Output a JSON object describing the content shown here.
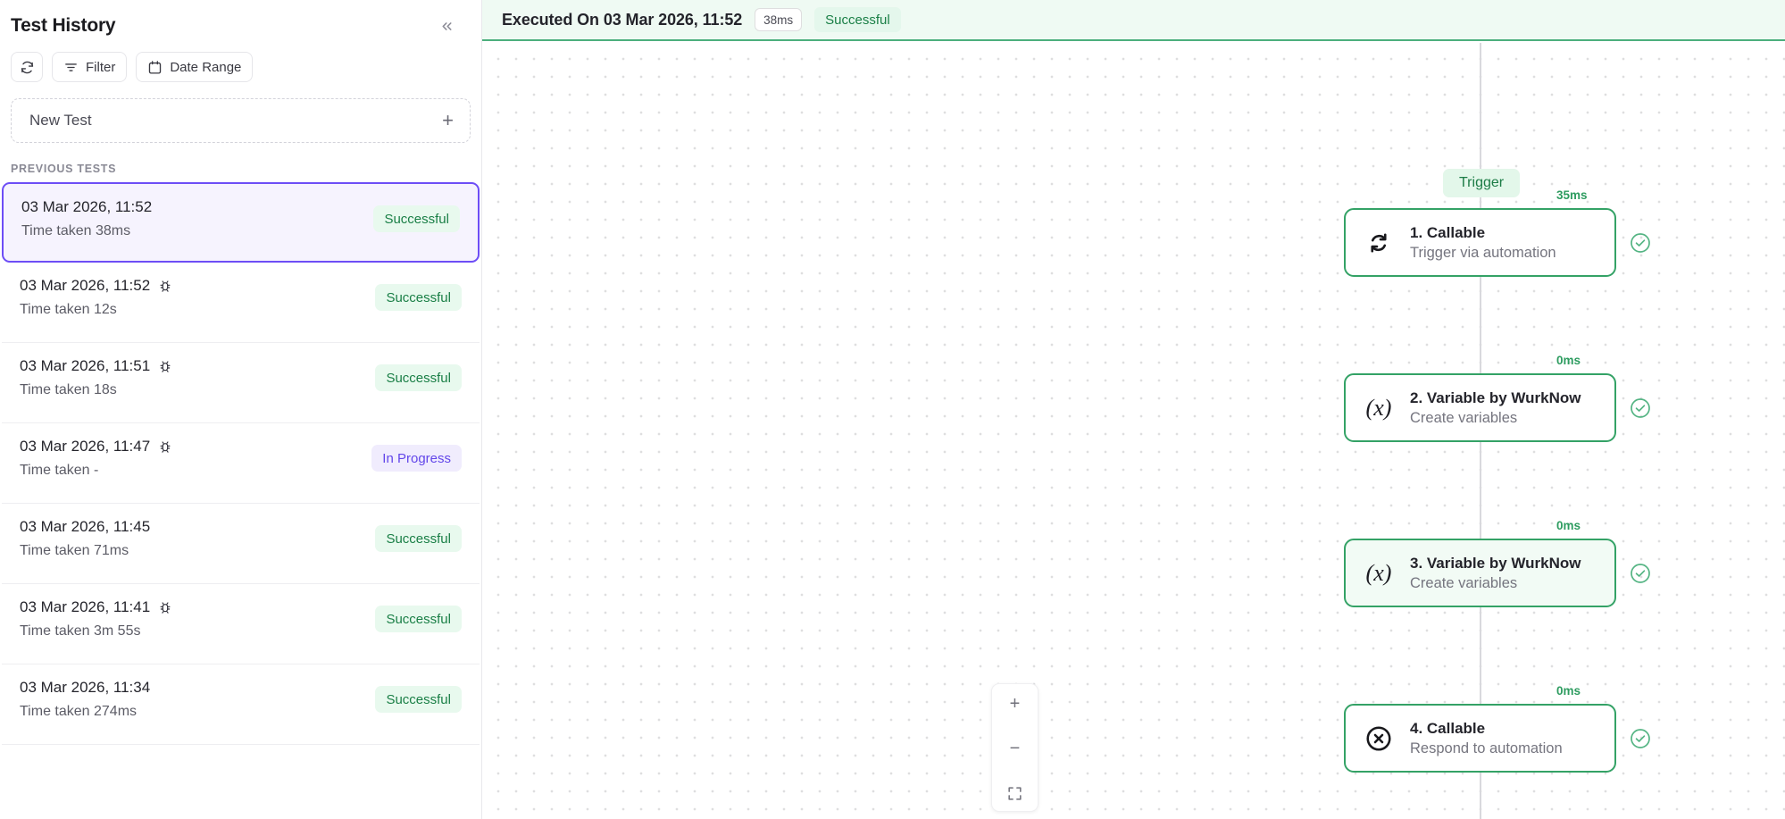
{
  "sidebar": {
    "title": "Test History",
    "collapse_icon": "chevron-double-left-icon",
    "toolbar": {
      "refresh_label": "",
      "refresh_icon": "refresh-icon",
      "filter_label": "Filter",
      "filter_icon": "filter-icon",
      "date_range_label": "Date Range",
      "date_range_icon": "calendar-icon"
    },
    "new_test": {
      "label": "New Test",
      "plus": "+"
    },
    "section_label": "PREVIOUS TESTS",
    "tests": [
      {
        "date": "03 Mar 2026, 11:52",
        "duration": "Time taken 38ms",
        "status": "Successful",
        "status_kind": "success",
        "has_bug": false,
        "selected": true
      },
      {
        "date": "03 Mar 2026, 11:52",
        "duration": "Time taken 12s",
        "status": "Successful",
        "status_kind": "success",
        "has_bug": true,
        "selected": false
      },
      {
        "date": "03 Mar 2026, 11:51",
        "duration": "Time taken 18s",
        "status": "Successful",
        "status_kind": "success",
        "has_bug": true,
        "selected": false
      },
      {
        "date": "03 Mar 2026, 11:47",
        "duration": "Time taken -",
        "status": "In Progress",
        "status_kind": "progress",
        "has_bug": true,
        "selected": false
      },
      {
        "date": "03 Mar 2026, 11:45",
        "duration": "Time taken 71ms",
        "status": "Successful",
        "status_kind": "success",
        "has_bug": false,
        "selected": false
      },
      {
        "date": "03 Mar 2026, 11:41",
        "duration": "Time taken 3m 55s",
        "status": "Successful",
        "status_kind": "success",
        "has_bug": true,
        "selected": false
      },
      {
        "date": "03 Mar 2026, 11:34",
        "duration": "Time taken 274ms",
        "status": "Successful",
        "status_kind": "success",
        "has_bug": false,
        "selected": false
      }
    ]
  },
  "canvas": {
    "header": {
      "title": "Executed On 03 Mar 2026, 11:52",
      "duration_chip": "38ms",
      "status": "Successful"
    },
    "trigger_label": "Trigger",
    "nodes": [
      {
        "title": "1. Callable",
        "subtitle": "Trigger via automation",
        "duration": "35ms",
        "icon": "sync-icon",
        "highlighted": false,
        "check_icon": "check-circle-icon"
      },
      {
        "title": "2. Variable by WurkNow",
        "subtitle": "Create variables",
        "duration": "0ms",
        "icon": "variable-icon",
        "highlighted": false,
        "check_icon": "check-circle-icon"
      },
      {
        "title": "3. Variable by WurkNow",
        "subtitle": "Create variables",
        "duration": "0ms",
        "icon": "variable-icon",
        "highlighted": true,
        "check_icon": "check-circle-icon"
      },
      {
        "title": "4. Callable",
        "subtitle": "Respond to automation",
        "duration": "0ms",
        "icon": "close-circle-icon",
        "highlighted": false,
        "check_icon": "check-circle-icon"
      }
    ],
    "zoom_controls": {
      "zoom_in": "+",
      "zoom_out": "−",
      "fit_view_icon": "fit-view-icon"
    }
  },
  "colors": {
    "accent_purple": "#6d4df6",
    "success_green": "#1a7f46",
    "node_border": "#34a266",
    "header_bg": "#effaf3"
  }
}
